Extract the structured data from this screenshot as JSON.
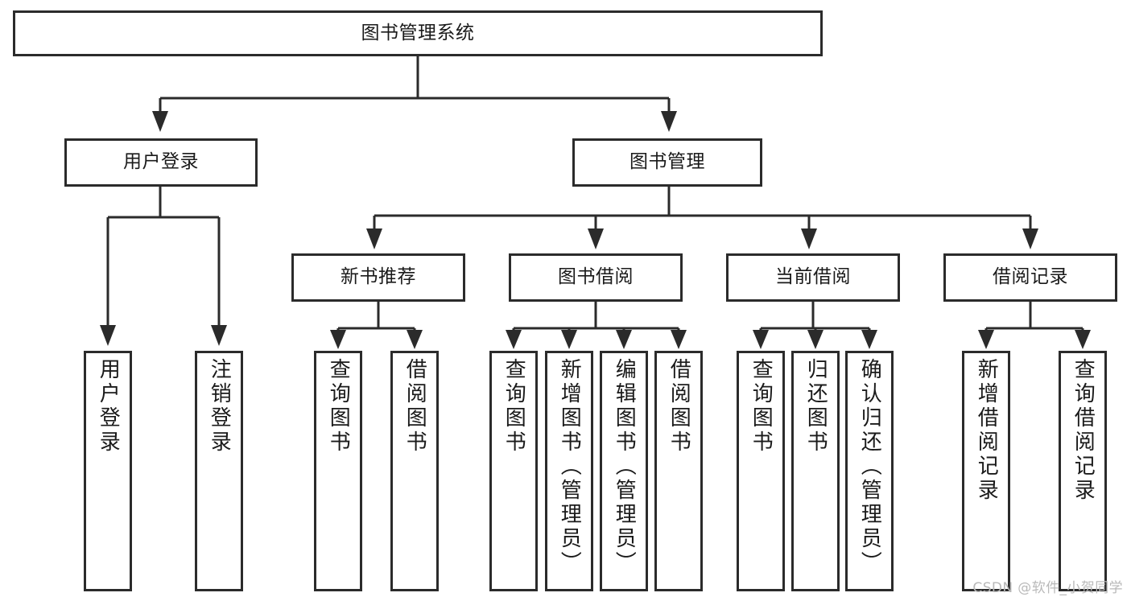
{
  "diagram": {
    "type": "tree-hierarchy",
    "title": "图书管理系统",
    "watermark": "CSDN @软件_小贺同学",
    "colors": {
      "stroke": "#2b2b2b",
      "box_fill": "#ffffff",
      "text": "#1a1a1a",
      "background": "#ffffff",
      "watermark": "#b9b9b9"
    },
    "root": {
      "id": "root",
      "label": "图书管理系统",
      "orientation": "horizontal"
    },
    "level2": [
      {
        "id": "user-login",
        "label": "用户登录",
        "orientation": "horizontal"
      },
      {
        "id": "book-manage",
        "label": "图书管理",
        "orientation": "horizontal"
      }
    ],
    "level3": [
      {
        "id": "new-book-recommend",
        "label": "新书推荐",
        "orientation": "horizontal",
        "parent": "book-manage"
      },
      {
        "id": "book-borrow",
        "label": "图书借阅",
        "orientation": "horizontal",
        "parent": "book-manage"
      },
      {
        "id": "current-borrow",
        "label": "当前借阅",
        "orientation": "horizontal",
        "parent": "book-manage"
      },
      {
        "id": "borrow-record",
        "label": "借阅记录",
        "orientation": "horizontal",
        "parent": "book-manage"
      }
    ],
    "leaves": {
      "user_login": [
        {
          "id": "leaf-user-login",
          "label": "用户登录"
        },
        {
          "id": "leaf-logout-login",
          "label": "注销登录"
        }
      ],
      "new_book_recommend": [
        {
          "id": "leaf-query-book-1",
          "label": "查询图书"
        },
        {
          "id": "leaf-borrow-book-1",
          "label": "借阅图书"
        }
      ],
      "book_borrow": [
        {
          "id": "leaf-query-book-2",
          "label": "查询图书"
        },
        {
          "id": "leaf-add-book",
          "label": "新增图书（管理员）"
        },
        {
          "id": "leaf-edit-book",
          "label": "编辑图书（管理员）"
        },
        {
          "id": "leaf-borrow-book-2",
          "label": "借阅图书"
        }
      ],
      "current_borrow": [
        {
          "id": "leaf-query-book-3",
          "label": "查询图书"
        },
        {
          "id": "leaf-return-book",
          "label": "归还图书"
        },
        {
          "id": "leaf-confirm-return",
          "label": "确认归还（管理员）"
        }
      ],
      "borrow_record": [
        {
          "id": "leaf-add-record",
          "label": "新增借阅记录"
        },
        {
          "id": "leaf-query-record",
          "label": "查询借阅记录"
        }
      ]
    }
  }
}
